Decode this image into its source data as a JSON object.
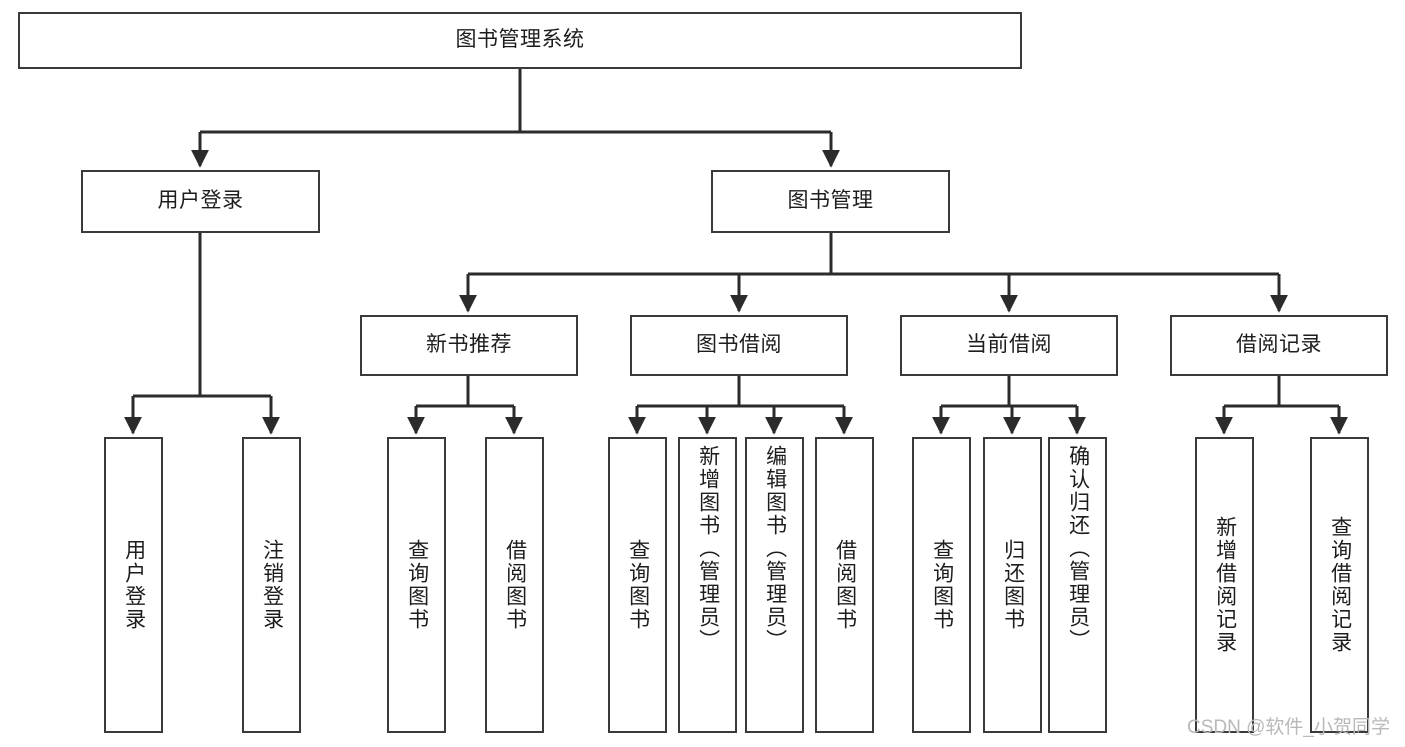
{
  "diagram": {
    "title": "图书管理系统",
    "type": "tree-hierarchy-diagram",
    "root": {
      "id": "root",
      "label": "图书管理系统"
    },
    "level2": [
      {
        "id": "user-login",
        "label": "用户登录"
      },
      {
        "id": "book-manage",
        "label": "图书管理"
      }
    ],
    "level3": [
      {
        "id": "new-book-rec",
        "label": "新书推荐",
        "parent": "book-manage"
      },
      {
        "id": "book-borrow",
        "label": "图书借阅",
        "parent": "book-manage"
      },
      {
        "id": "current-borrow",
        "label": "当前借阅",
        "parent": "book-manage"
      },
      {
        "id": "borrow-record",
        "label": "借阅记录",
        "parent": "book-manage"
      }
    ],
    "leaves": {
      "user-login": [
        {
          "id": "leaf-user-login",
          "label": "用户登录"
        },
        {
          "id": "leaf-logout",
          "label": "注销登录"
        }
      ],
      "new-book-rec": [
        {
          "id": "leaf-query-book-1",
          "label": "查询图书"
        },
        {
          "id": "leaf-borrow-book-1",
          "label": "借阅图书"
        }
      ],
      "book-borrow": [
        {
          "id": "leaf-query-book-2",
          "label": "查询图书"
        },
        {
          "id": "leaf-add-book",
          "label": "新增图书（管理员）"
        },
        {
          "id": "leaf-edit-book",
          "label": "编辑图书（管理员）"
        },
        {
          "id": "leaf-borrow-book-2",
          "label": "借阅图书"
        }
      ],
      "current-borrow": [
        {
          "id": "leaf-query-book-3",
          "label": "查询图书"
        },
        {
          "id": "leaf-return-book",
          "label": "归还图书"
        },
        {
          "id": "leaf-confirm-return",
          "label": "确认归还（管理员）"
        }
      ],
      "borrow-record": [
        {
          "id": "leaf-add-record",
          "label": "新增借阅记录"
        },
        {
          "id": "leaf-query-record",
          "label": "查询借阅记录"
        }
      ]
    },
    "colors": {
      "box_border": "#3a3a3a",
      "box_fill": "#ffffff",
      "edge": "#2b2b2b",
      "text": "#1d1d1d",
      "watermark": "#b9b9b9"
    }
  },
  "watermark": {
    "text": "CSDN @软件_小贺同学"
  }
}
